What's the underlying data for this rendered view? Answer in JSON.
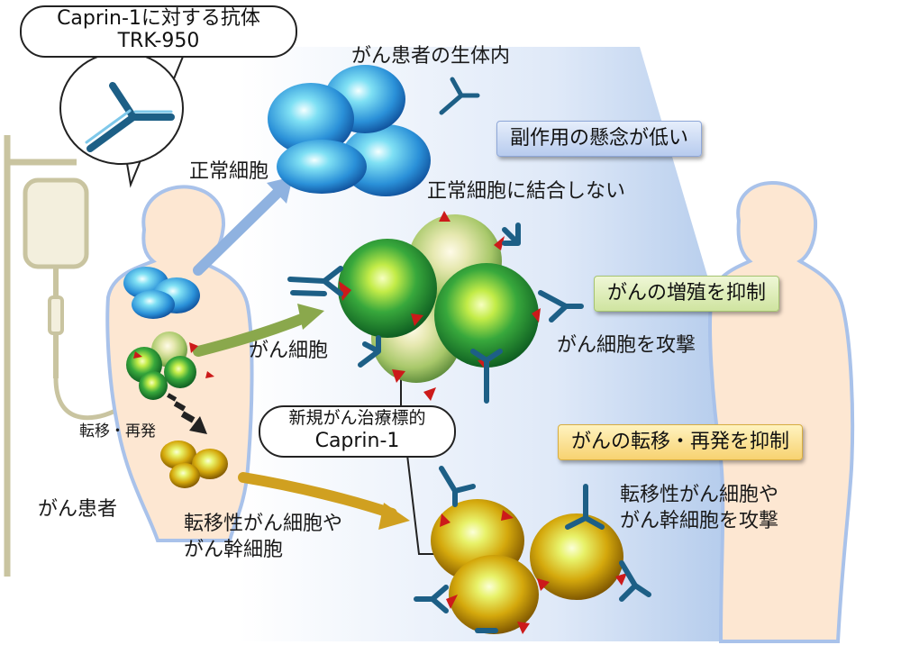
{
  "callouts": {
    "antibody_line1": "Caprin-1に対する抗体",
    "antibody_line2": "TRK-950",
    "target_line1": "新規がん治療標的",
    "target_line2": "Caprin-1"
  },
  "labels": {
    "in_vivo": "がん患者の生体内",
    "normal_cells": "正常細胞",
    "no_binding": "正常細胞に結合しない",
    "cancer_cells": "がん細胞",
    "attack_cancer": "がん細胞を攻撃",
    "metastasis_recurrence": "転移・再発",
    "patient": "がん患者",
    "metastatic_line1": "転移性がん細胞や",
    "metastatic_line2": "がん幹細胞",
    "attack_meta_line1": "転移性がん細胞や",
    "attack_meta_line2": "がん幹細胞を攻撃"
  },
  "tags": {
    "low_side_effects": "副作用の懸念が低い",
    "suppress_growth": "がんの増殖を抑制",
    "suppress_metastasis": "がんの転移・再発を抑制"
  },
  "colors": {
    "normal_cell": "#2f9ee0",
    "cancer_cell": "#2ea040",
    "metastatic_cell": "#d9a800",
    "antibody": "#1d5f86",
    "caprin_marker": "#cc1a1a",
    "arrow_blue": "#8fb2e0",
    "arrow_green": "#8aa84c",
    "arrow_gold": "#d0a020"
  }
}
